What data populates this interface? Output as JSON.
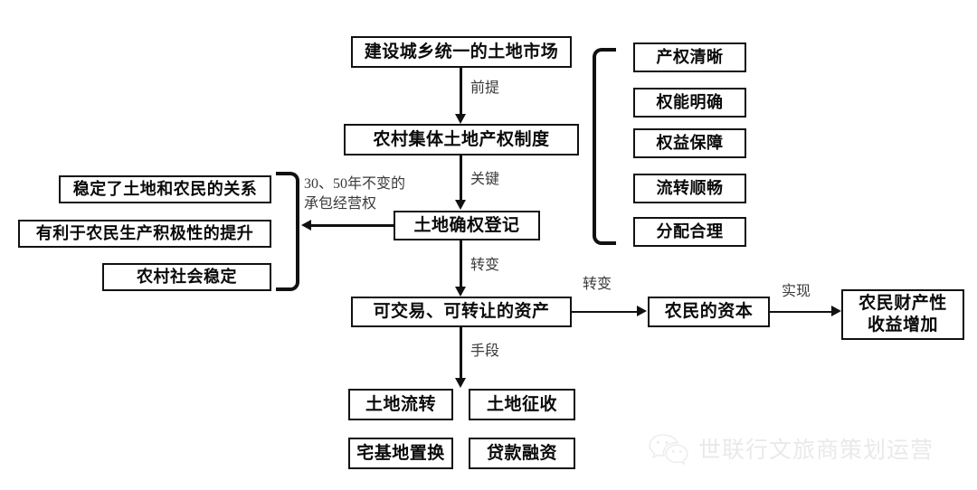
{
  "diagram": {
    "title_node": {
      "label": "建设城乡统一的土地市场"
    },
    "nodes": {
      "land_market": "建设城乡统一的土地市场",
      "property_system": "农村集体土地产权制度",
      "registration": "土地确权登记",
      "tradable_asset": "可交易、可转让的资产",
      "farmer_capital": "农民的资本",
      "property_income_line1": "农民财产性",
      "property_income_line2": "收益增加"
    },
    "edge_labels": {
      "premise": "前提",
      "key": "关键",
      "transform": "转变",
      "transform2": "转变",
      "means": "手段",
      "realize": "实现",
      "contract_rights": "30、50年不变的\n承包经营权"
    },
    "right_group": {
      "items": [
        "产权清晰",
        "权能明确",
        "权益保障",
        "流转顺畅",
        "分配合理"
      ]
    },
    "left_group": {
      "items": [
        "稳定了土地和农民的关系",
        "有利于农民生产积极性的提升",
        "农村社会稳定"
      ]
    },
    "bottom_group": {
      "items": [
        "土地流转",
        "土地征收",
        "宅基地置换",
        "贷款融资"
      ]
    },
    "colors": {
      "stroke": "#111111",
      "background": "#ffffff",
      "label_text": "#3a3a3a",
      "watermark": "#b9b9b9"
    }
  },
  "watermark": {
    "text": "世联行文旅商策划运营",
    "icon": "wechat-icon"
  }
}
